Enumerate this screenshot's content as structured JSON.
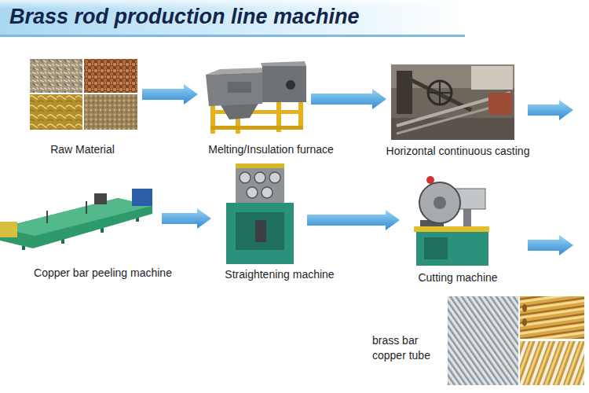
{
  "diagram": {
    "title": "Brass rod production line machine",
    "nodes": [
      {
        "text": [
          "Raw Material"
        ]
      },
      {
        "text": [
          "Melting/Insulation furnace"
        ]
      },
      {
        "text": [
          "Horizontal continuous casting"
        ]
      },
      {
        "text": [
          "Copper bar peeling machine"
        ]
      },
      {
        "text": [
          "Straightening machine"
        ]
      },
      {
        "text": [
          "Cutting machine"
        ]
      },
      {
        "text": [
          "brass bar copper tube"
        ]
      }
    ],
    "edges": [
      {
        "from": 0,
        "to": 1,
        "arrow": "to"
      },
      {
        "from": 1,
        "to": 2,
        "arrow": "to"
      },
      {
        "from": 3,
        "to": 4,
        "arrow": "to"
      },
      {
        "from": 4,
        "to": 5,
        "arrow": "to"
      }
    ]
  }
}
